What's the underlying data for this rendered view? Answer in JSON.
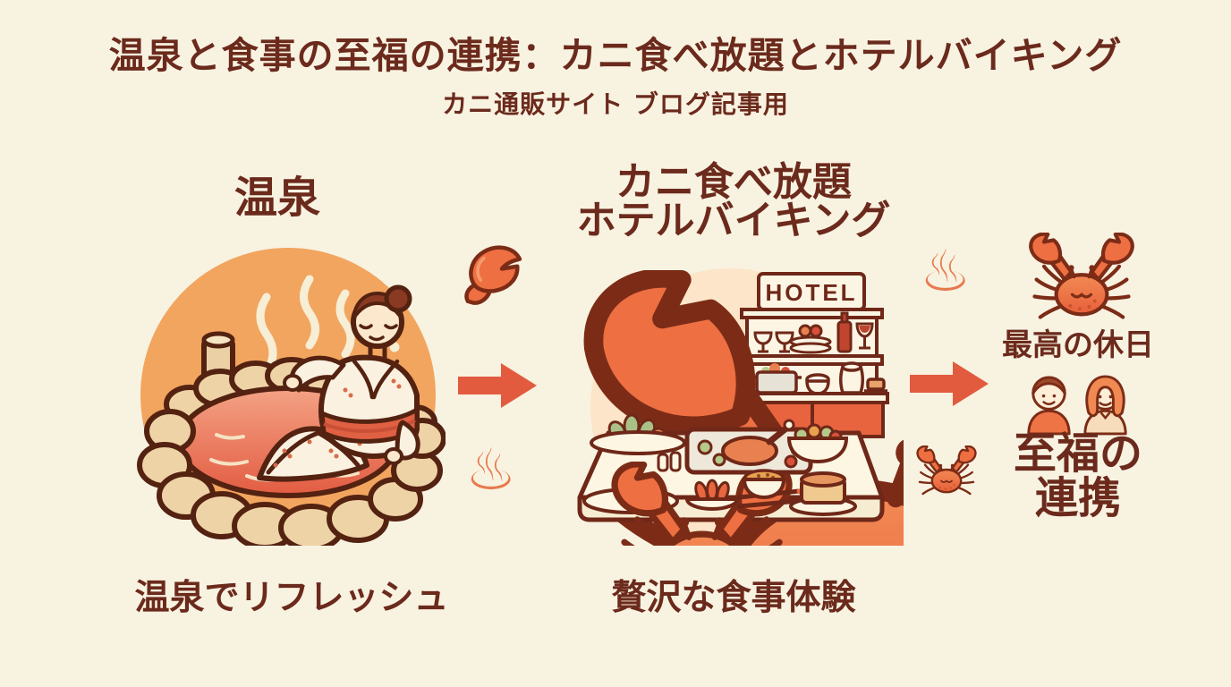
{
  "header": {
    "title": "温泉と食事の至福の連携：カニ食べ放題とホテルバイキング",
    "subtitle": "カニ通販サイト ブログ記事用"
  },
  "sections": {
    "onsen": {
      "heading": "温泉",
      "caption": "温泉でリフレッシュ"
    },
    "buffet": {
      "heading_line1": "カニ食べ放題",
      "heading_line2": "ホテルバイキング",
      "caption": "贅沢な食事体験",
      "hotel_sign": "HOTEL"
    },
    "result": {
      "heading": "最高の休日",
      "phrase_line1": "至福の",
      "phrase_line2": "連携"
    }
  },
  "icons": {
    "hot_spring": "♨",
    "arrow_right": "solid right arrow shape",
    "crab": "crab svg shape",
    "crab_claw": "crab claw svg shape",
    "couple": "man and woman svg shape"
  },
  "palette": {
    "background": "#f8f2e1",
    "heading_text": "#6b2a1c",
    "outline_dark": "#5c2414",
    "arrow": "#e25b3e",
    "hot_spring_icon": "#e87a4e",
    "crab_body": "#ee6f42",
    "onsen_circle": "#f2a55f",
    "onsen_water": "#e8674c",
    "buffet_circle": "#fce5c9",
    "counter_front": "#e8643f",
    "kimono": "#faf1e0",
    "rock": "#eed3a6"
  }
}
